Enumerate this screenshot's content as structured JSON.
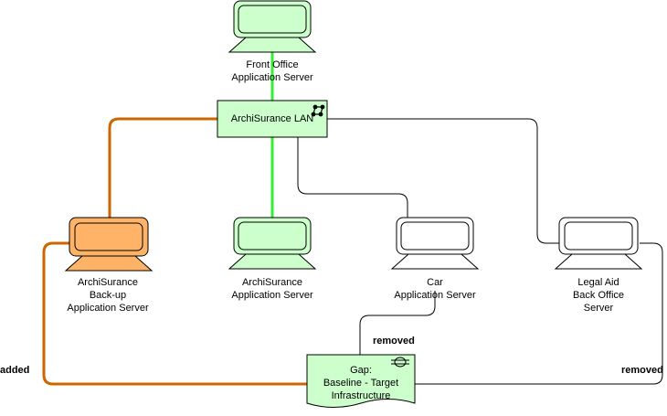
{
  "colors": {
    "server_green_fill": "#ccffcc",
    "server_orange_fill": "#ffb366",
    "server_white_fill": "#ffffff",
    "lan_fill": "#ccffcc",
    "gap_fill": "#ccffcc",
    "link_green": "#33ee33",
    "link_orange": "#cc6600",
    "link_black": "#000000"
  },
  "nodes": {
    "front_office": {
      "line1": "Front Office",
      "line2": "Application Server",
      "icon": "device-icon"
    },
    "lan": {
      "label": "ArchiSurance LAN",
      "icon": "network-icon"
    },
    "backup": {
      "line1": "ArchiSurance",
      "line2": "Back-up",
      "line3": "Application Server",
      "icon": "device-icon"
    },
    "app_server": {
      "line1": "ArchiSurance",
      "line2": "Application Server",
      "icon": "device-icon"
    },
    "car": {
      "line1": "Car",
      "line2": "Application Server",
      "icon": "device-icon"
    },
    "legal": {
      "line1": "Legal Aid",
      "line2": "Back Office",
      "line3": "Server",
      "icon": "device-icon"
    },
    "gap": {
      "line1": "Gap:",
      "line2": "Baseline - Target",
      "line3": "Infrastructure",
      "icon": "gap-icon"
    }
  },
  "edge_labels": {
    "added": "added",
    "removed_car": "removed",
    "removed_legal": "removed"
  }
}
